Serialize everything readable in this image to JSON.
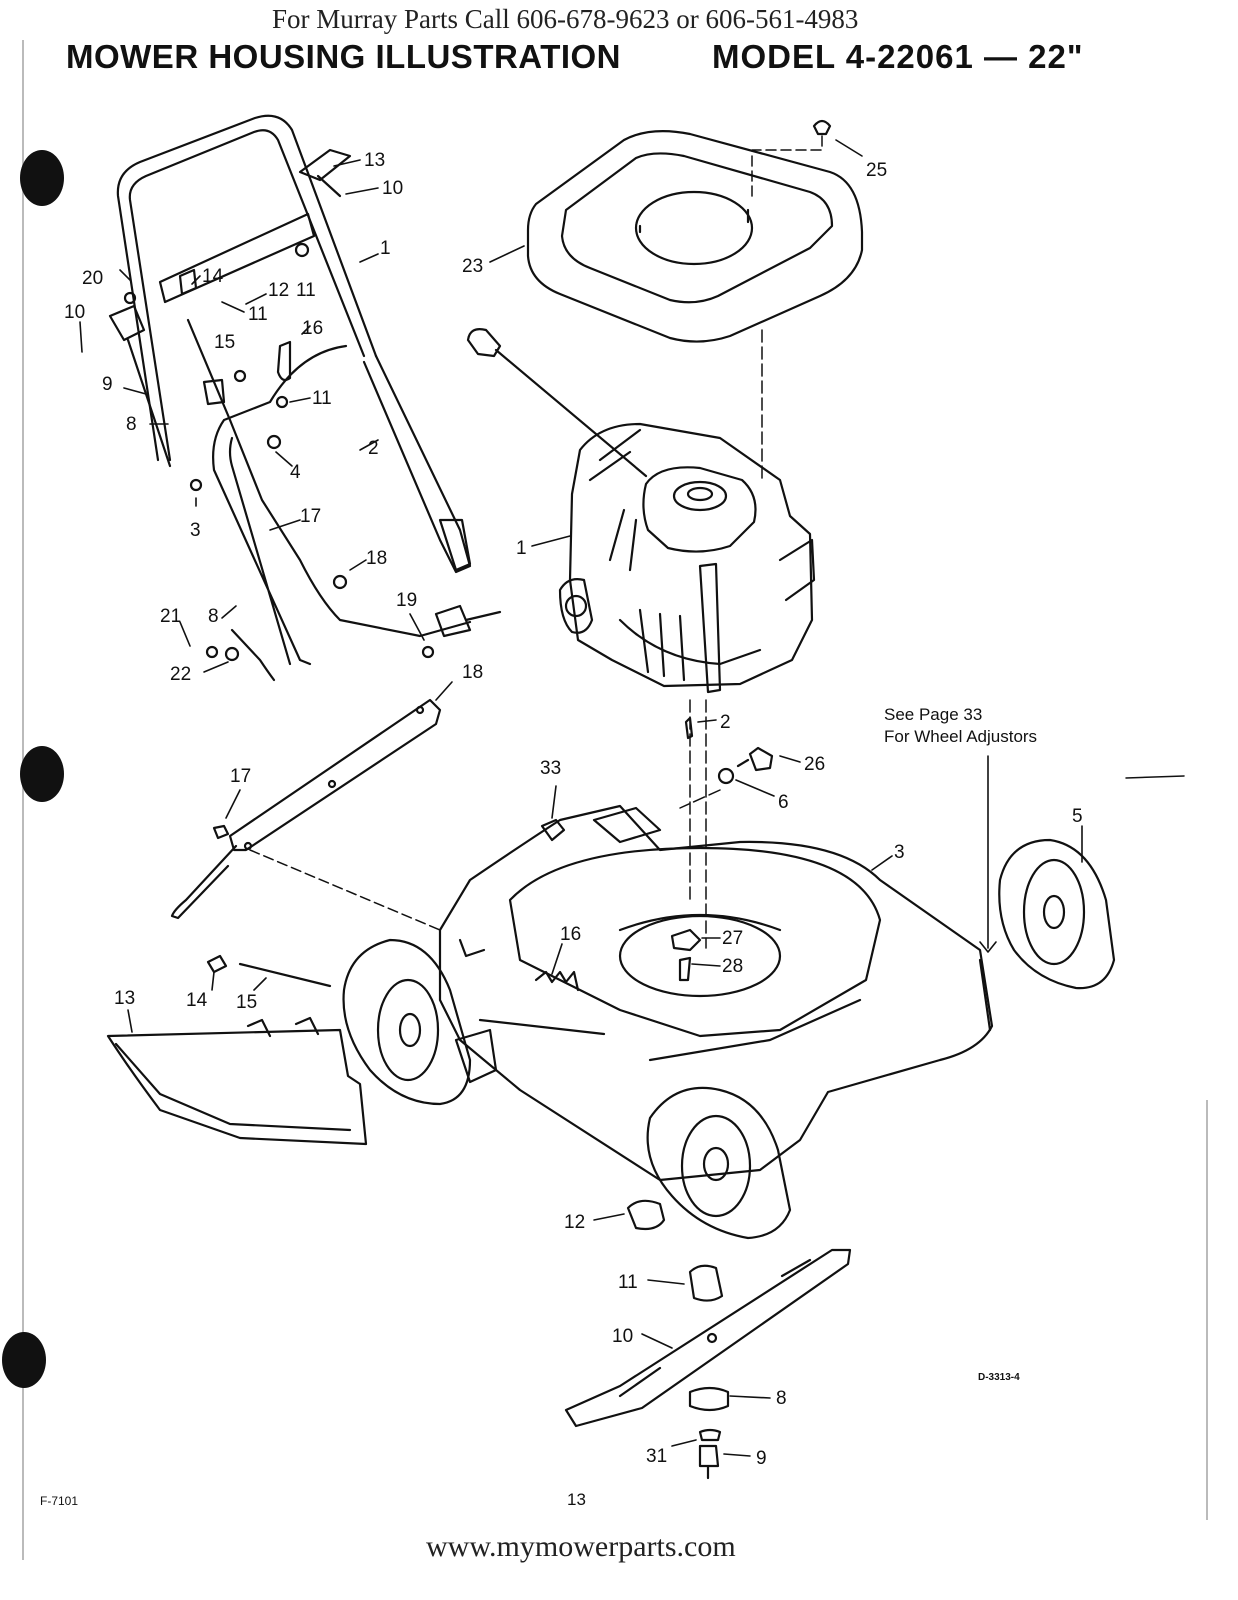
{
  "header": {
    "phone_line": "For Murray Parts Call 606-678-9623 or 606-561-4983",
    "title_left": "MOWER HOUSING ILLUSTRATION",
    "title_right": "MODEL 4-22061 — 22\""
  },
  "notes": {
    "wheel_adjust_line1": "See Page 33",
    "wheel_adjust_line2": "For Wheel Adjustors"
  },
  "callouts": {
    "handle": [
      "13",
      "10",
      "1",
      "14",
      "12",
      "11",
      "11",
      "20",
      "10",
      "15",
      "16",
      "11",
      "9",
      "8",
      "2",
      "4",
      "3",
      "17",
      "18",
      "19",
      "21",
      "8",
      "22"
    ],
    "engine": [
      "25",
      "23",
      "1",
      "2",
      "26",
      "6"
    ],
    "housing": [
      "18",
      "17",
      "33",
      "3",
      "5",
      "16",
      "27",
      "28",
      "13",
      "14",
      "15"
    ],
    "blade": [
      "12",
      "11",
      "10",
      "8",
      "31",
      "9"
    ]
  },
  "footer": {
    "drawing_number": "D-3313-4",
    "form_number": "F-7101",
    "page_number": "13",
    "website": "www.mymowerparts.com"
  }
}
